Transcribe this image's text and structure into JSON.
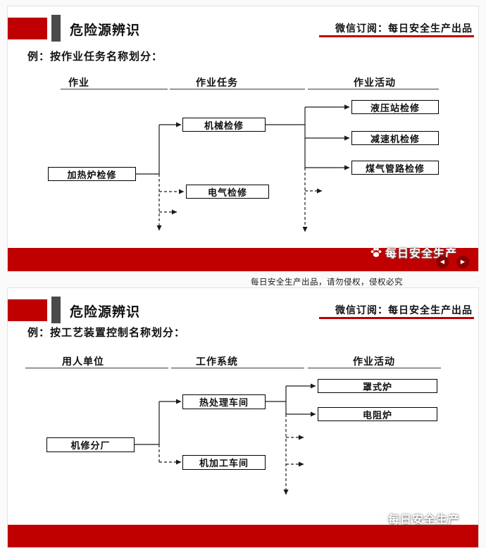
{
  "colors": {
    "accent_red": "#c00000",
    "dark_bar": "#4a4a4a",
    "nav_circle": "#8b0000"
  },
  "page": {
    "copyright_notice": "每日安全生产出品，请勿侵权，侵权必究"
  },
  "slide1": {
    "title": "危险源辨识",
    "subscription": "微信订阅：每日安全生产出品",
    "example_label": "例：按作业任务名称划分：",
    "columns": [
      "作业",
      "作业任务",
      "作业活动"
    ],
    "nodes": {
      "root": "加热炉检修",
      "task1": "机械检修",
      "task2": "电气检修",
      "activity1": "液压站检修",
      "activity2": "减速机检修",
      "activity3": "煤气管路检修"
    },
    "watermark": "每日安全生产",
    "nav": {
      "prev": "◀",
      "next": "▶"
    }
  },
  "slide2": {
    "title": "危险源辨识",
    "subscription": "微信订阅：每日安全生产出品",
    "example_label": "例：按工艺装置控制名称划分：",
    "columns": [
      "用人单位",
      "工作系统",
      "作业活动"
    ],
    "nodes": {
      "root": "机修分厂",
      "system1": "热处理车间",
      "system2": "机加工车间",
      "activity1": "罩式炉",
      "activity2": "电阻炉"
    },
    "watermark": "每日安全生产"
  }
}
